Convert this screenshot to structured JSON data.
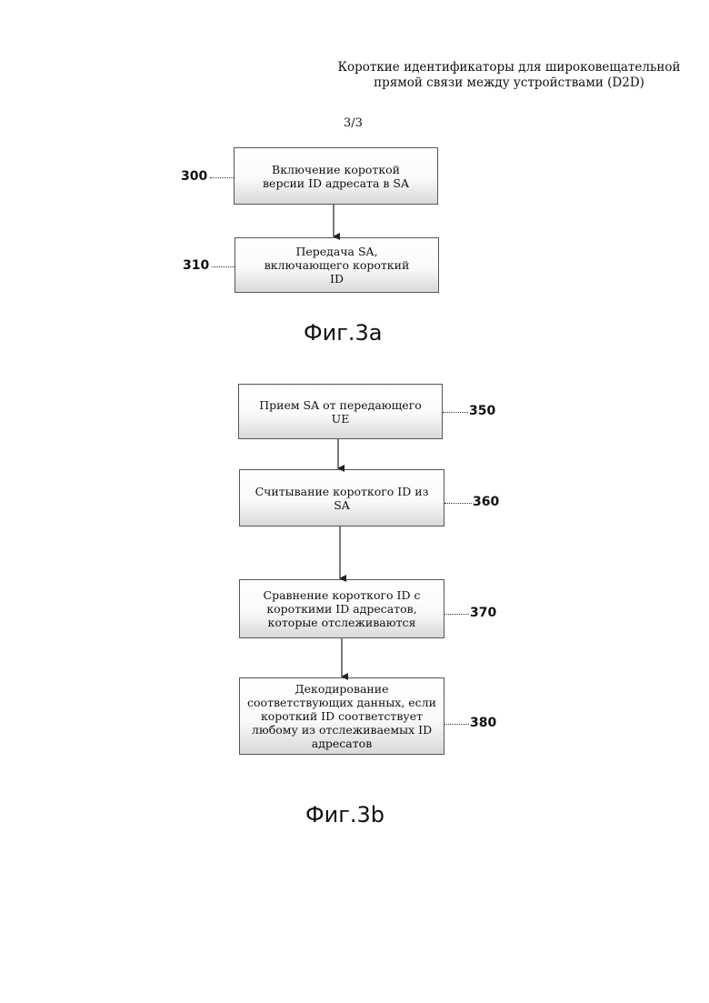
{
  "header": {
    "title_line1": "Короткие идентификаторы для широковещательной",
    "title_line2": "прямой связи между устройствами (D2D)",
    "page": "3/3"
  },
  "fig3a": {
    "caption": "Фиг.3a",
    "steps": [
      {
        "ref": "300",
        "text": "Включение короткой версии ID адресата в SA"
      },
      {
        "ref": "310",
        "text": "Передача SA, включающего короткий ID"
      }
    ]
  },
  "fig3b": {
    "caption": "Фиг.3b",
    "steps": [
      {
        "ref": "350",
        "text": "Прием SA от передающего UE"
      },
      {
        "ref": "360",
        "text": "Считывание короткого ID из SA"
      },
      {
        "ref": "370",
        "text": "Сравнение короткого ID с короткими ID адресатов, которые отслеживаются"
      },
      {
        "ref": "380",
        "text": "Декодирование соответствующих данных, если короткий ID соответствует любому из отслеживаемых ID адресатов"
      }
    ]
  }
}
